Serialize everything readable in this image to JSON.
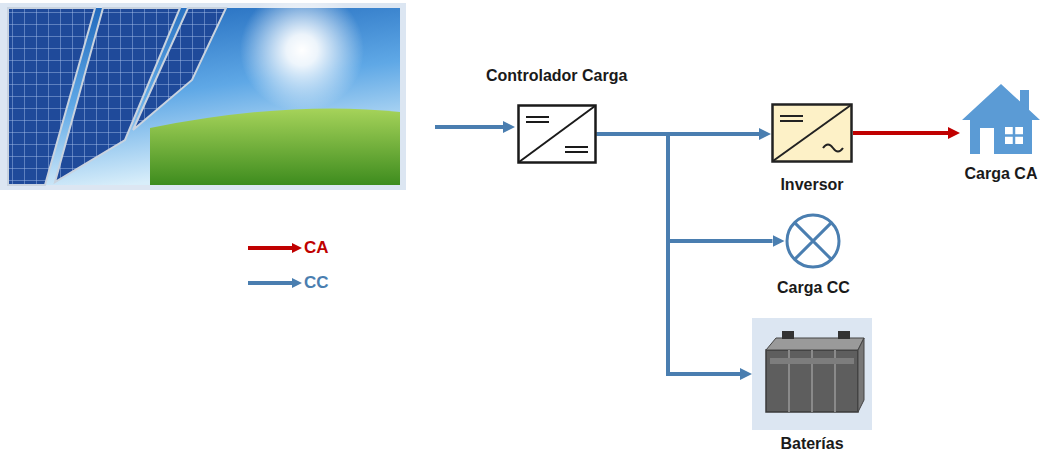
{
  "diagram": {
    "nodes": [
      {
        "text": [
          "Controlador Carga"
        ]
      },
      {
        "text": [
          "Inversor"
        ]
      },
      {
        "text": [
          "Carga CA"
        ]
      },
      {
        "text": [
          "Carga CC"
        ]
      },
      {
        "text": [
          "Baterías"
        ]
      }
    ],
    "edges": [
      {
        "from": 0,
        "to": 1,
        "arrow": "to"
      },
      {
        "from": 1,
        "to": 2,
        "arrow": "to"
      },
      {
        "from": 0,
        "to": 3,
        "arrow": "to"
      },
      {
        "from": 0,
        "to": 4,
        "arrow": "to"
      }
    ],
    "legend": [
      {
        "text": "CA"
      },
      {
        "text": "CC"
      }
    ]
  }
}
